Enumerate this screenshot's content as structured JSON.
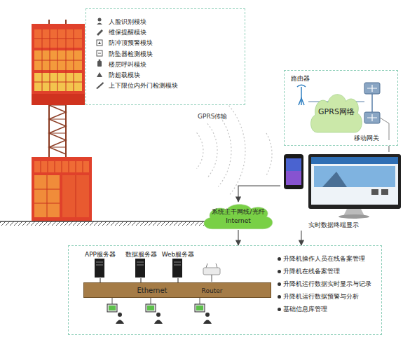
{
  "diagram": {
    "nodes": [
      {
        "text": [
          "人脸识别模块",
          "维保提醒模块",
          "防冲顶预警模块",
          "防坠器检测模块",
          "楼层呼叫模块",
          "防超载模块",
          "上下限位内外门检测模块"
        ]
      },
      {
        "text": [
          "路由器",
          "移动网关"
        ]
      },
      {
        "text": [
          "GPRS网络"
        ],
        "in": 1
      },
      {
        "text": [
          "实时数据终端显示"
        ]
      },
      {
        "text": [
          "系统主干网线/光纤 Internet"
        ]
      },
      {
        "text": [
          "升降机操作人员在线备案管理",
          "升降机在线备案管理",
          "升降机运行数据实时显示与记录",
          "升降机运行数据预警与分析",
          "基础信息库管理"
        ]
      },
      {
        "text": [
          "APP服务器"
        ],
        "in": 5
      },
      {
        "text": [
          "数据服务器"
        ],
        "in": 5
      },
      {
        "text": [
          "Web服务器"
        ],
        "in": 5
      },
      {
        "text": [
          "Ethernet",
          "Router"
        ],
        "in": 5
      }
    ],
    "edges": [
      {
        "from": 1,
        "to": 3,
        "arrow": "none"
      },
      {
        "from": 3,
        "to": 4,
        "arrow": "to"
      },
      {
        "from": 4,
        "to": 5,
        "arrow": "to"
      },
      {
        "from": 3,
        "to": 5,
        "arrow": "to"
      },
      {
        "from": 6,
        "to": 9,
        "arrow": "none"
      },
      {
        "from": 7,
        "to": 9,
        "arrow": "none"
      },
      {
        "from": 8,
        "to": 9,
        "arrow": "none"
      }
    ],
    "labels": [
      "GPRS传输"
    ]
  }
}
